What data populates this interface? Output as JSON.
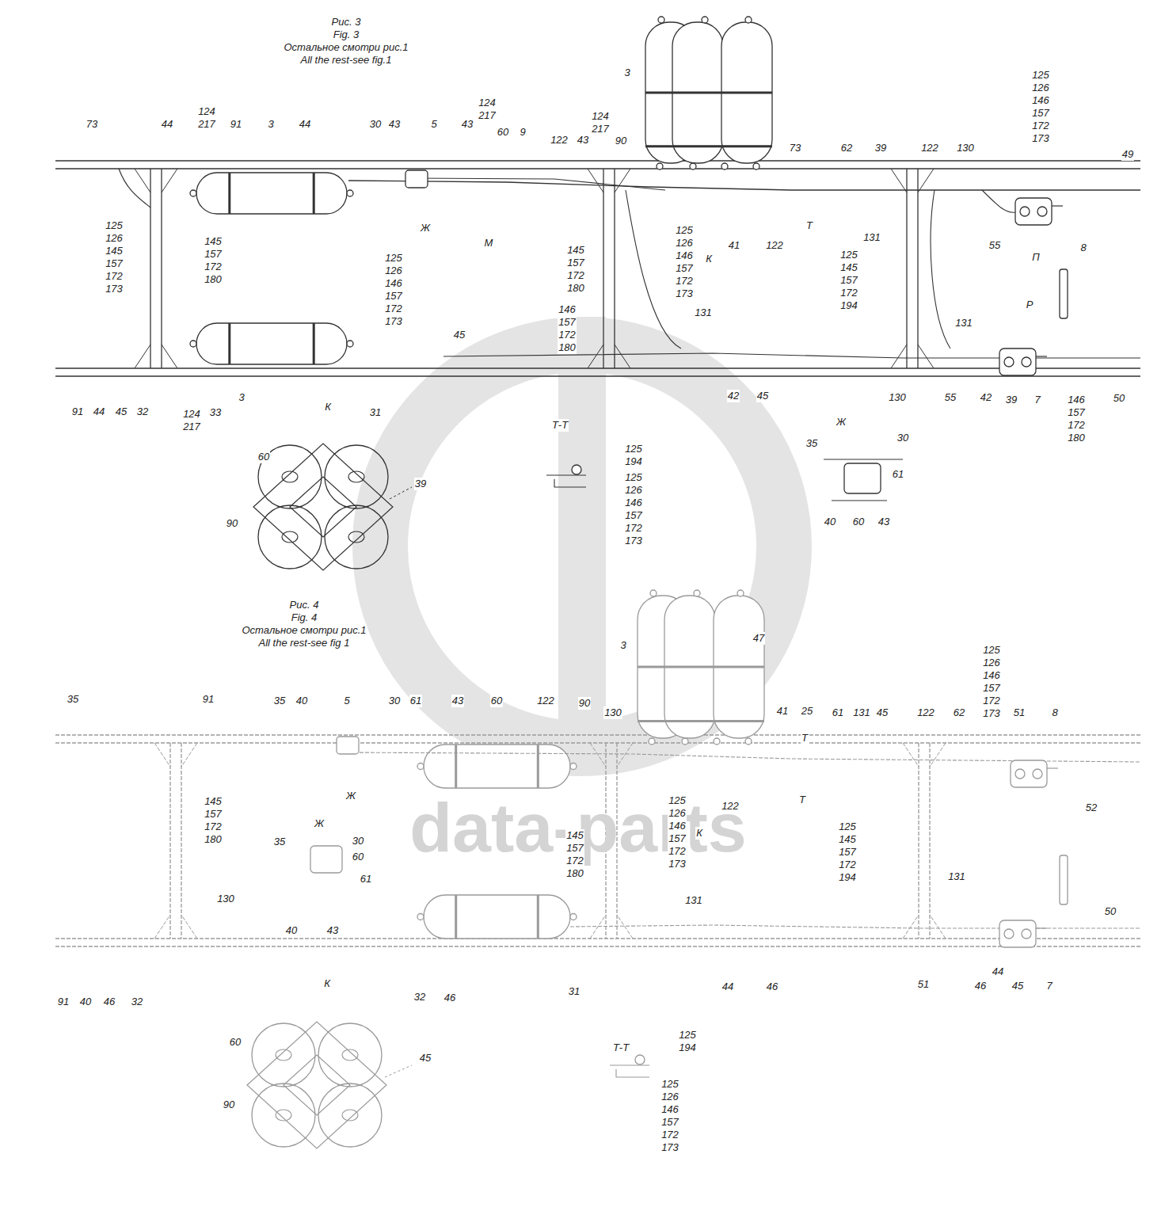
{
  "diagram": {
    "labels": [
      "Рис. 3",
      "Fig. 3",
      "Остальное смотри рис.1",
      "All the rest-see fig.1",
      "73",
      "44",
      "124 217",
      "91",
      "3",
      "44",
      "30",
      "43",
      "5",
      "43",
      "124 217",
      "60",
      "9",
      "122",
      "43",
      "124 217",
      "90",
      "3",
      "73",
      "62",
      "39",
      "122",
      "130",
      "125 126 146 157 172 173",
      "49",
      "125 126 145 157 172 173",
      "145 157 172 180",
      "125 126 146 157 172 173",
      "Ж",
      "М",
      "145 157 172 180",
      "125 126 146 157 172 173",
      "К",
      "41",
      "122",
      "Т",
      "131",
      "55",
      "8",
      "П",
      "125 145 157 172 194",
      "Р",
      "131",
      "146 157 172 180",
      "45",
      "131",
      "91",
      "44",
      "45",
      "32",
      "124 217",
      "33",
      "3",
      "К",
      "31",
      "42",
      "45",
      "130",
      "55",
      "42",
      "39",
      "7",
      "146 157 172 180",
      "50",
      "Т-Т",
      "125 194",
      "125 126 146 157 172 173",
      "Ж",
      "30",
      "35",
      "61",
      "40",
      "60",
      "43",
      "60",
      "39",
      "90",
      "Рис. 4",
      "Fig. 4",
      "Остальное смотри рис.1",
      "All the rest-see fig 1",
      "3",
      "47",
      "125 126 146 157 172 173",
      "35",
      "91",
      "35",
      "40",
      "5",
      "30",
      "61",
      "43",
      "60",
      "122",
      "90",
      "130",
      "41",
      "25",
      "61",
      "131",
      "45",
      "122",
      "62",
      "51",
      "8",
      "Т",
      "Т",
      "52",
      "145 157 172 180",
      "Ж",
      "Ж",
      "35",
      "30",
      "60",
      "61",
      "125 126 146 157 172 173",
      "К",
      "122",
      "145 157 172 180",
      "125 145 157 172 194",
      "130",
      "40",
      "43",
      "131",
      "131",
      "50",
      "К",
      "31",
      "32",
      "46",
      "44",
      "46",
      "51",
      "44",
      "46",
      "45",
      "7",
      "91",
      "40",
      "46",
      "32",
      "60",
      "45",
      "90",
      "Т-Т",
      "125 194",
      "125 126 146 157 172 173",
      "data-parts"
    ]
  }
}
